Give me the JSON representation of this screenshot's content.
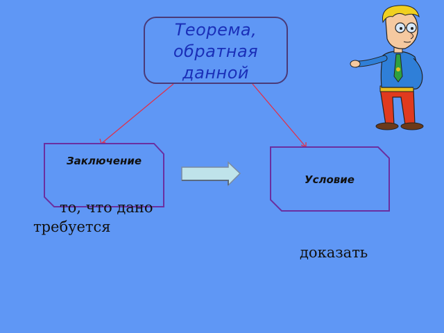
{
  "title": "Теорема,\nобратная\nданной",
  "left_box_label": "Заключение",
  "right_box_label": "Условие",
  "notes": {
    "given": "то, что дано",
    "required": "требуется",
    "prove": "доказать"
  },
  "colors": {
    "background": "#5f97f5",
    "title_text": "#1a2fb8",
    "box_border": "#6a2fa0",
    "connector": "#e0304a",
    "arrow_fill": "#bfe3ea"
  },
  "icons": {
    "character": "cartoon-man-pointing-icon"
  }
}
